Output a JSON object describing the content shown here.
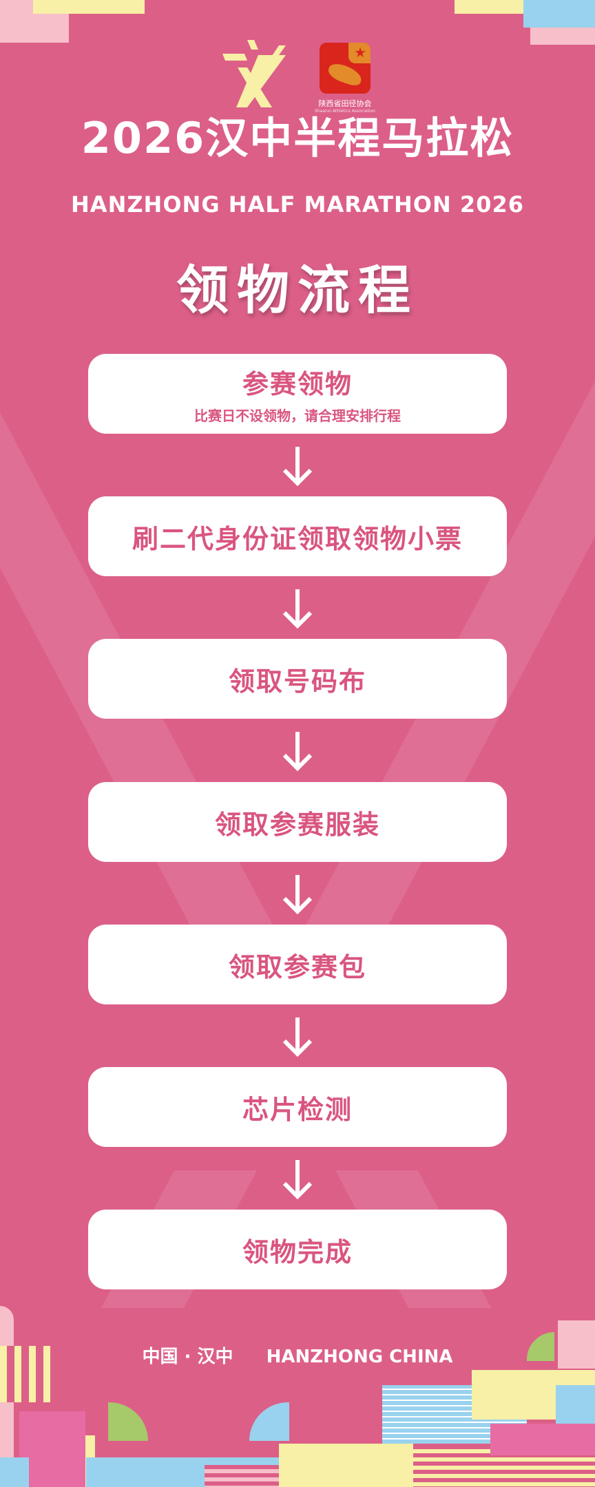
{
  "header": {
    "title_cn": "2026汉中半程马拉松",
    "title_en": "HANZHONG HALF MARATHON 2026",
    "association_cn": "陕西省田径协会",
    "association_en": "Shaanxi Athletics Association"
  },
  "heading": "领物流程",
  "steps": [
    {
      "title": "参赛领物",
      "note": "比赛日不设领物，请合理安排行程"
    },
    {
      "title": "刷二代身份证领取领物小票"
    },
    {
      "title": "领取号码布"
    },
    {
      "title": "领取参赛服装"
    },
    {
      "title": "领取参赛包"
    },
    {
      "title": "芯片检测"
    },
    {
      "title": "领物完成"
    }
  ],
  "footer": {
    "location_cn": "中国 · 汉中",
    "location_en": "HANZHONG CHINA"
  },
  "colors": {
    "background": "#dc5f88",
    "card_text": "#d9557f",
    "yellow": "#f7f0a6",
    "blue": "#99d2ee",
    "light_pink": "#f6bfc9",
    "green": "#a6c96a"
  }
}
